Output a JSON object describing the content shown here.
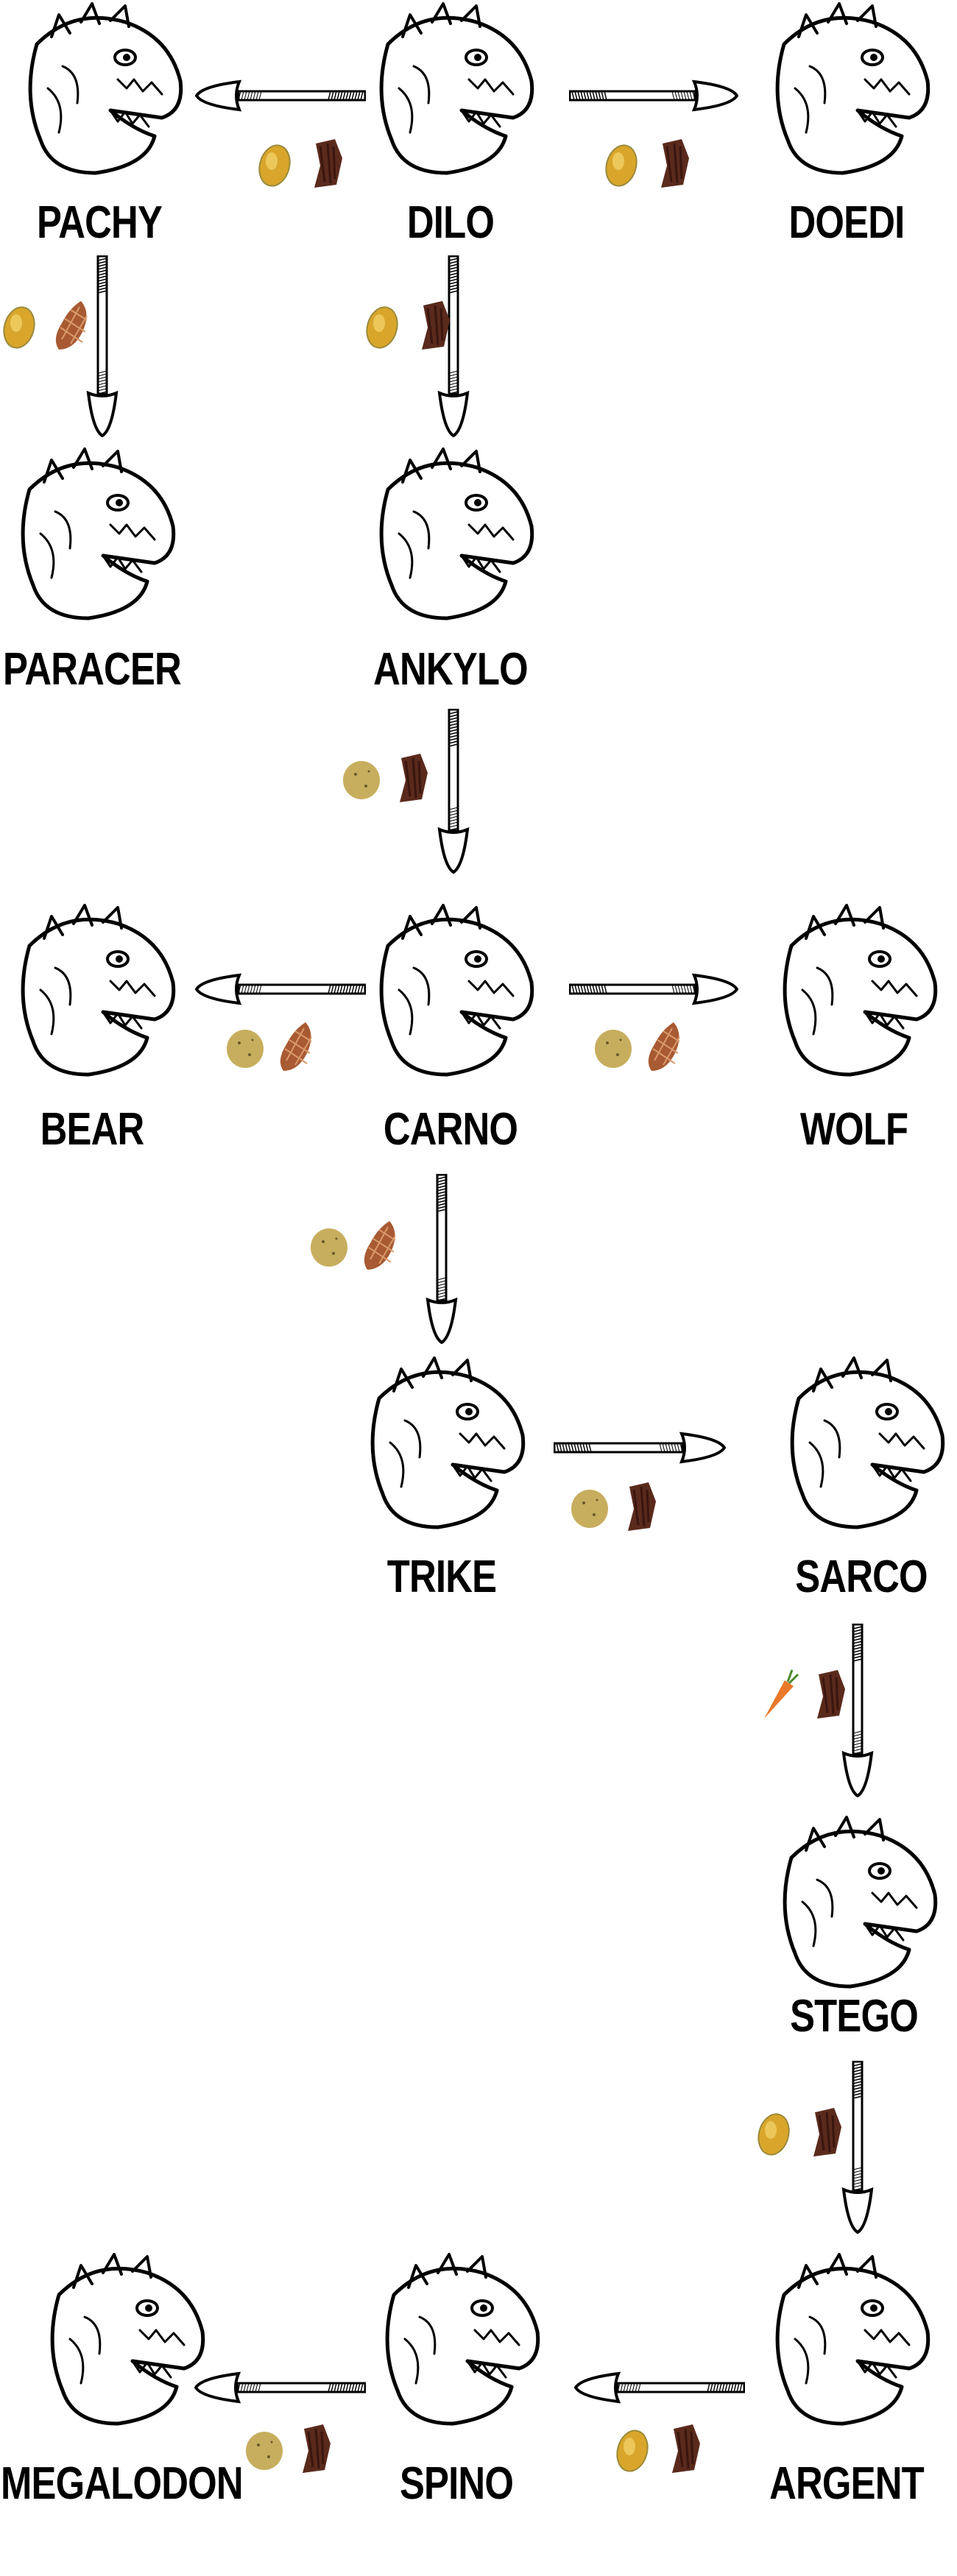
{
  "nodes": [
    {
      "name": "PACHY",
      "icon": "pachy-head-icon"
    },
    {
      "name": "DILO",
      "icon": "dilo-head-icon"
    },
    {
      "name": "DOEDI",
      "icon": "doedi-head-icon"
    },
    {
      "name": "PARACER",
      "icon": "paracer-head-icon"
    },
    {
      "name": "ANKYLO",
      "icon": "ankylo-head-icon"
    },
    {
      "name": "BEAR",
      "icon": "bear-head-icon"
    },
    {
      "name": "CARNO",
      "icon": "carno-head-icon"
    },
    {
      "name": "WOLF",
      "icon": "wolf-head-icon"
    },
    {
      "name": "TRIKE",
      "icon": "trike-head-icon"
    },
    {
      "name": "SARCO",
      "icon": "sarco-head-icon"
    },
    {
      "name": "STEGO",
      "icon": "stego-head-icon"
    },
    {
      "name": "ARGENT",
      "icon": "argent-head-icon"
    },
    {
      "name": "SPINO",
      "icon": "spino-head-icon"
    },
    {
      "name": "MEGALODON",
      "icon": "megalodon-head-icon"
    }
  ],
  "edges": [
    {
      "from": 1,
      "to": 0,
      "foods": [
        "lemon",
        "jerky"
      ]
    },
    {
      "from": 1,
      "to": 2,
      "foods": [
        "lemon",
        "jerky"
      ]
    },
    {
      "from": 0,
      "to": 3,
      "foods": [
        "lemon",
        "steak"
      ]
    },
    {
      "from": 1,
      "to": 4,
      "foods": [
        "lemon",
        "jerky"
      ]
    },
    {
      "from": 4,
      "to": 6,
      "foods": [
        "potato",
        "jerky"
      ]
    },
    {
      "from": 6,
      "to": 5,
      "foods": [
        "potato",
        "steak"
      ]
    },
    {
      "from": 6,
      "to": 7,
      "foods": [
        "potato",
        "steak"
      ]
    },
    {
      "from": 6,
      "to": 8,
      "foods": [
        "potato",
        "steak"
      ]
    },
    {
      "from": 8,
      "to": 9,
      "foods": [
        "potato",
        "jerky"
      ]
    },
    {
      "from": 9,
      "to": 10,
      "foods": [
        "carrot",
        "jerky"
      ]
    },
    {
      "from": 10,
      "to": 11,
      "foods": [
        "lemon",
        "jerky"
      ]
    },
    {
      "from": 11,
      "to": 12,
      "foods": [
        "lemon",
        "jerky"
      ]
    },
    {
      "from": 12,
      "to": 13,
      "foods": [
        "potato",
        "jerky"
      ]
    }
  ]
}
